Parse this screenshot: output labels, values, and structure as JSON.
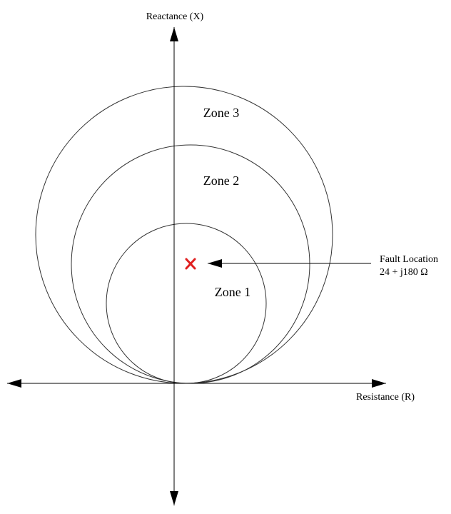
{
  "axes": {
    "y_label": "Reactance (X)",
    "x_label": "Resistance (R)"
  },
  "zones": [
    {
      "label": "Zone 1"
    },
    {
      "label": "Zone 2"
    },
    {
      "label": "Zone 3"
    }
  ],
  "fault": {
    "title": "Fault Location",
    "impedance": "24 + j180 Ω",
    "marker_color": "#e02020"
  }
}
